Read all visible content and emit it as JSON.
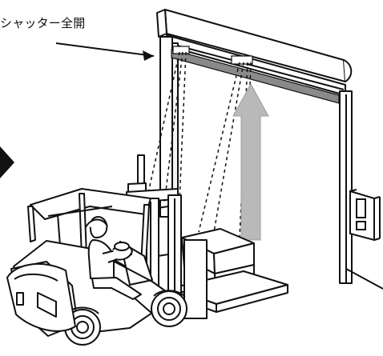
{
  "annotation": {
    "text": "シャッター全開"
  },
  "colors": {
    "outline": "#111111",
    "fill": "#ffffff",
    "shutter_band": "#8a8a8a",
    "arrow": "#b9b9b9",
    "pointer": "#111111"
  },
  "icons": {
    "shutter": "roll-up-shutter-frame",
    "forklift": "forklift-with-operator",
    "direction": "opening-direction-arrow",
    "control": "wall-control-box",
    "indicator": "black-triangle-marker"
  }
}
